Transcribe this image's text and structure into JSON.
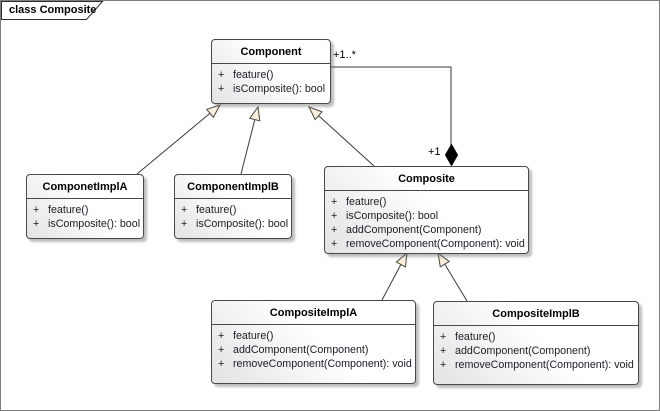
{
  "frame": {
    "label": "class Composite"
  },
  "classes": [
    {
      "name": "Component",
      "operations": [
        {
          "vis": "+",
          "sig": "feature()"
        },
        {
          "vis": "+",
          "sig": "isComposite(): bool"
        }
      ]
    },
    {
      "name": "ComponetImplA",
      "operations": [
        {
          "vis": "+",
          "sig": "feature()"
        },
        {
          "vis": "+",
          "sig": "isComposite(): bool"
        }
      ]
    },
    {
      "name": "ComponentImplB",
      "operations": [
        {
          "vis": "+",
          "sig": "feature()"
        },
        {
          "vis": "+",
          "sig": "isComposite(): bool"
        }
      ]
    },
    {
      "name": "Composite",
      "operations": [
        {
          "vis": "+",
          "sig": "feature()"
        },
        {
          "vis": "+",
          "sig": "isComposite(): bool"
        },
        {
          "vis": "+",
          "sig": "addComponent(Component)"
        },
        {
          "vis": "+",
          "sig": "removeComponent(Component): void"
        }
      ]
    },
    {
      "name": "CompositeImplA",
      "operations": [
        {
          "vis": "+",
          "sig": "feature()"
        },
        {
          "vis": "+",
          "sig": "addComponent(Component)"
        },
        {
          "vis": "+",
          "sig": "removeComponent(Component): void"
        }
      ]
    },
    {
      "name": "CompositeImplB",
      "operations": [
        {
          "vis": "+",
          "sig": "feature()"
        },
        {
          "vis": "+",
          "sig": "addComponent(Component)"
        },
        {
          "vis": "+",
          "sig": "removeComponent(Component): void"
        }
      ]
    }
  ],
  "relationships": {
    "composition": {
      "source_multiplicity": "+1..*",
      "target_multiplicity": "+1"
    }
  },
  "colors": {
    "edge": "#3a3a3a",
    "box_border": "#48484e",
    "arrowhead_fill": "#f8eedb",
    "diamond_fill": "#000000",
    "frame_border": "#7d7d7d"
  }
}
